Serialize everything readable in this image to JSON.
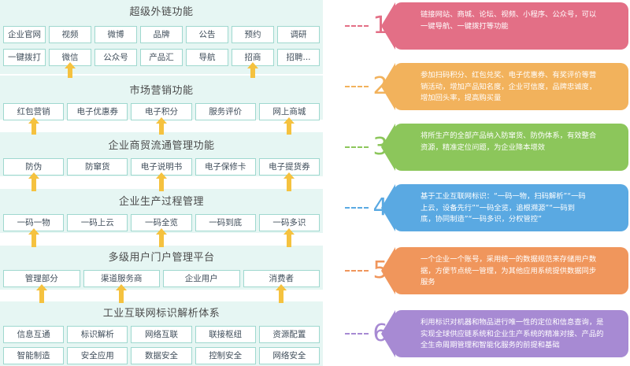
{
  "layers": [
    {
      "title": "超级外链功能",
      "rows": [
        [
          "企业官网",
          "视频",
          "微博",
          "品牌",
          "公告",
          "预约",
          "调研"
        ],
        [
          "一键拨打",
          "微信",
          "公众号",
          "产品汇",
          "导航",
          "招商",
          "招聘..."
        ]
      ]
    },
    {
      "title": "市场营销功能",
      "rows": [
        [
          "红包营销",
          "电子优惠券",
          "电子积分",
          "服务评价",
          "网上商城"
        ]
      ]
    },
    {
      "title": "企业商贸流通管理功能",
      "rows": [
        [
          "防伪",
          "防窜货",
          "电子说明书",
          "电子保修卡",
          "电子提货券"
        ]
      ]
    },
    {
      "title": "企业生产过程管理",
      "rows": [
        [
          "一码一物",
          "一码上云",
          "一码全览",
          "一码到底",
          "一码多识"
        ]
      ]
    },
    {
      "title": "多级用户门户管理平台",
      "rows": [
        [
          "管理部分",
          "渠道服务商",
          "企业用户",
          "消费者"
        ]
      ]
    },
    {
      "title": "工业互联网标识解析体系",
      "rows": [
        [
          "信息互通",
          "标识解析",
          "网络互联",
          "联接枢纽",
          "资源配置"
        ],
        [
          "智能制造",
          "安全应用",
          "数据安全",
          "控制安全",
          "网络安全"
        ]
      ]
    }
  ],
  "cards": [
    {
      "num": "1",
      "color": "#e36f86",
      "lines": [
        "链接网站、商城、论坛、视频、小程序、公众号，可以",
        "一键导航、一键拨打等功能"
      ]
    },
    {
      "num": "2",
      "color": "#f2b25c",
      "lines": [
        "参加扫码积分、红包兑奖、电子优惠券、有奖评价等营",
        "销活动，增加产品知名度，企业可信度，品牌忠诚度，",
        "增加回头率，提高购买量"
      ]
    },
    {
      "num": "3",
      "color": "#8cc65b",
      "lines": [
        "将所生产的全部产品纳入防窜货、防伪体系，有效整合",
        "资源，精准定位问题，为企业降本增效"
      ]
    },
    {
      "num": "4",
      "color": "#5aa9e2",
      "lines": [
        "基于工业互联网标识：“一码一物，扫码解析”“一码",
        "上云，设备先行”“一码全览，追根溯源”“一码到",
        "底，协同制造”“一码多识，分权管控”"
      ]
    },
    {
      "num": "5",
      "color": "#f0965c",
      "lines": [
        "一个企业一个账号，采用统一的数据规范来存储用户数",
        "据，方便节点统一管理，为其他应用系统提供数据同步",
        "服务"
      ]
    },
    {
      "num": "6",
      "color": "#a78ad3",
      "lines": [
        "利用标识对机器和物品进行唯一性的定位和信息查询，是",
        "实现全球供应链系统和企业生产系统的精准对接、产品的",
        "全生命周期管理和智能化服务的前提和基础"
      ]
    }
  ],
  "colors": {
    "arrow": "#f5c23f",
    "cell_border": "#9fd8cf",
    "band": "#e6f6f3"
  }
}
